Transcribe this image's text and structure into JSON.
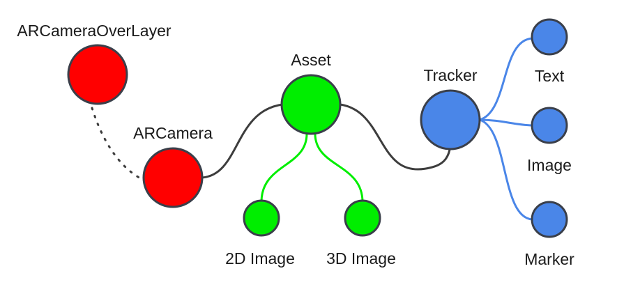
{
  "colors": {
    "red": "#ff0000",
    "green": "#00ee00",
    "blue": "#4a86e8",
    "dark_edge": "#3d3d3d",
    "green_edge": "#00ee00",
    "blue_edge": "#4a86e8"
  },
  "nodes": {
    "ar_camera_overlayer": {
      "label": "ARCameraOverLayer",
      "color": "red"
    },
    "ar_camera": {
      "label": "ARCamera",
      "color": "red"
    },
    "asset": {
      "label": "Asset",
      "color": "green"
    },
    "image_2d": {
      "label": "2D Image",
      "color": "green"
    },
    "image_3d": {
      "label": "3D Image",
      "color": "green"
    },
    "tracker": {
      "label": "Tracker",
      "color": "blue"
    },
    "text": {
      "label": "Text",
      "color": "blue"
    },
    "image": {
      "label": "Image",
      "color": "blue"
    },
    "marker": {
      "label": "Marker",
      "color": "blue"
    }
  },
  "edges": [
    {
      "from": "ar_camera_overlayer",
      "to": "ar_camera",
      "style": "dotted"
    },
    {
      "from": "ar_camera",
      "to": "asset",
      "style": "solid"
    },
    {
      "from": "asset",
      "to": "tracker",
      "style": "solid"
    },
    {
      "from": "asset",
      "to": "image_2d",
      "style": "solid"
    },
    {
      "from": "asset",
      "to": "image_3d",
      "style": "solid"
    },
    {
      "from": "tracker",
      "to": "text",
      "style": "solid"
    },
    {
      "from": "tracker",
      "to": "image",
      "style": "solid"
    },
    {
      "from": "tracker",
      "to": "marker",
      "style": "solid"
    }
  ]
}
